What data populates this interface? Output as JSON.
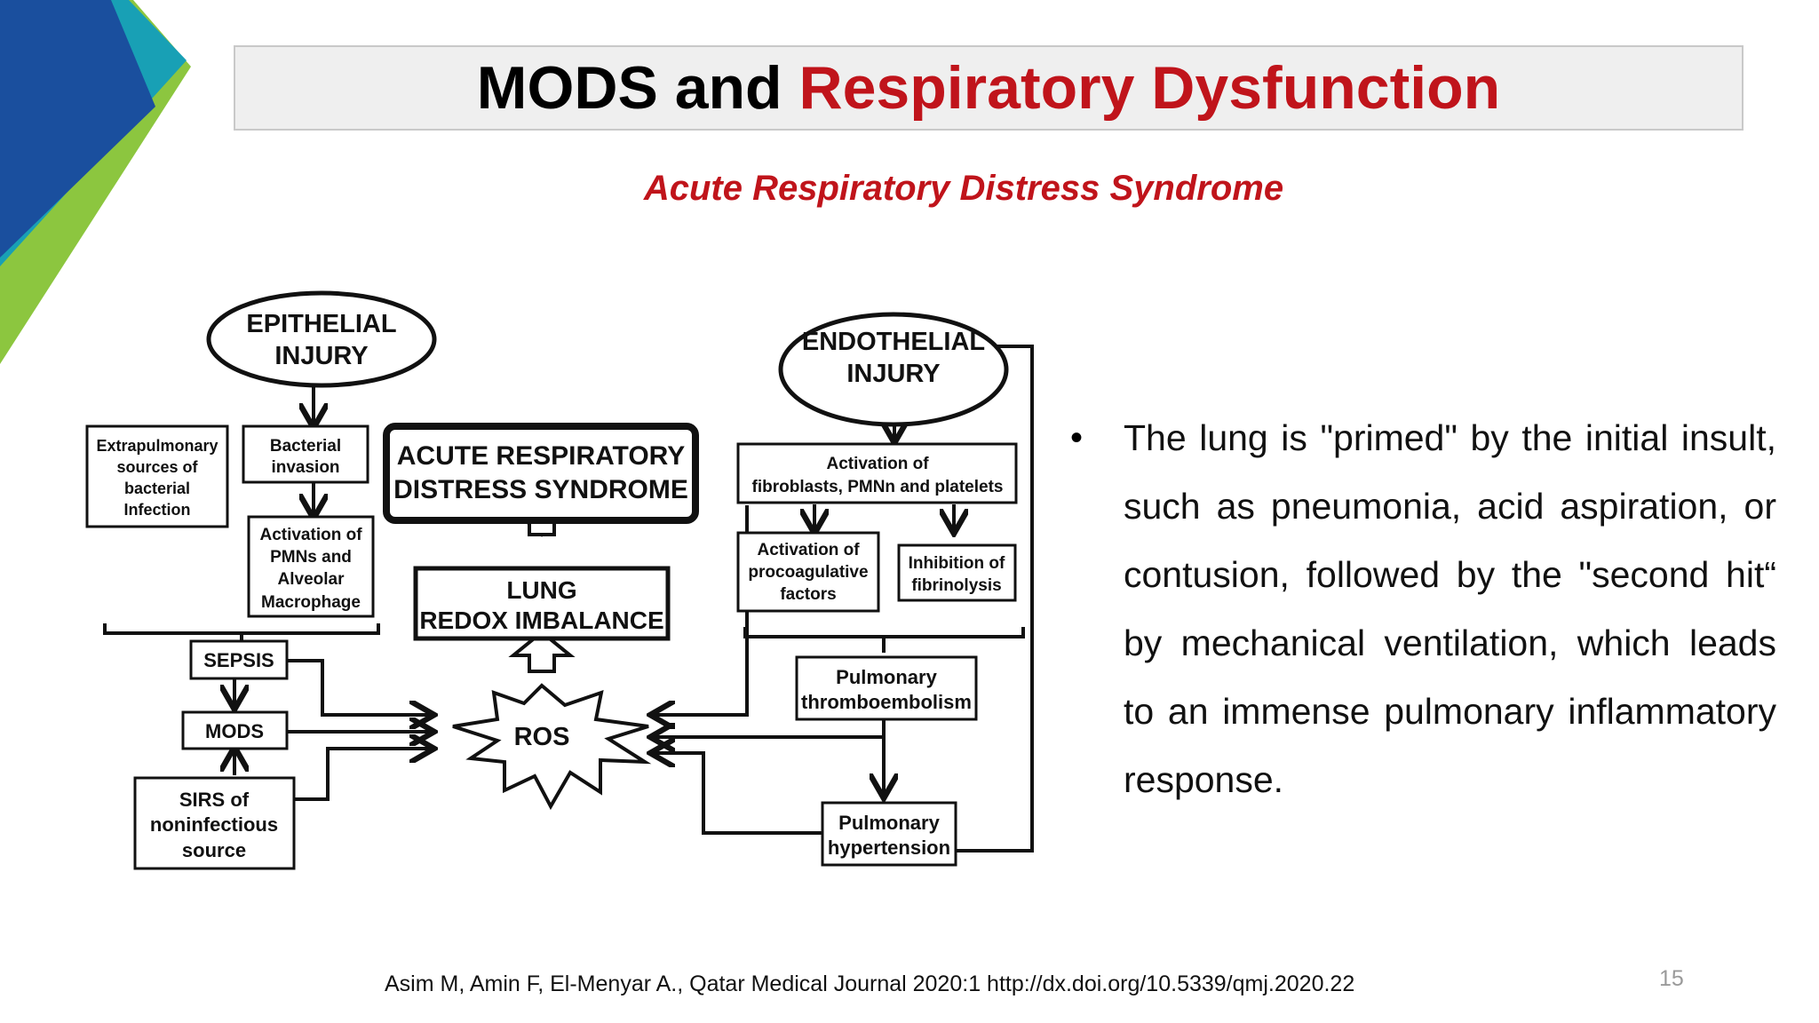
{
  "title": {
    "part1": "MODS and",
    "part2": "Respiratory Dysfunction"
  },
  "subtitle": "Acute Respiratory Distress Syndrome",
  "diagram": {
    "epithelial_injury": [
      "EPITHELIAL",
      "INJURY"
    ],
    "endothelial_injury": [
      "ENDOTHELIAL",
      "INJURY"
    ],
    "extrapulmonary": [
      "Extrapulmonary",
      "sources of",
      "bacterial",
      "Infection"
    ],
    "bacterial_invasion": [
      "Bacterial",
      "invasion"
    ],
    "activation_pmns": [
      "Activation of",
      "PMNs  and",
      "Alveolar",
      "Macrophage"
    ],
    "ards": [
      "ACUTE RESPIRATORY",
      "DISTRESS SYNDROME"
    ],
    "lung_redox": [
      "LUNG",
      "REDOX IMBALANCE"
    ],
    "ros": "ROS",
    "activation_fibroblasts": [
      "Activation of",
      "fibroblasts, PMNn and platelets"
    ],
    "activation_procoag": [
      "Activation of",
      "procoagulative",
      "factors"
    ],
    "inhibition_fibrinolysis": [
      "Inhibition of",
      "fibrinolysis"
    ],
    "sepsis": "SEPSIS",
    "mods": "MODS",
    "sirs": [
      "SIRS of",
      "noninfectious",
      "source"
    ],
    "pulmonary_thromboembolism": [
      "Pulmonary",
      "thromboembolism"
    ],
    "pulmonary_hypertension": [
      "Pulmonary",
      "hypertension"
    ]
  },
  "bullet": "The lung is \"primed\" by the initial insult, such as pneumonia, acid aspiration, or contusion, followed by the \"second hit“ by mechanical ventilation, which leads to an immense pulmonary inflammatory response.",
  "bullet_symbol": "•",
  "citation": "Asim M, Amin F, El-Menyar A., Qatar Medical Journal 2020:1 http://dx.doi.org/10.5339/qmj.2020.22",
  "page_number": "15",
  "colors": {
    "accent_red": "#c0141b",
    "brand_blue": "#1a4f9e",
    "brand_teal": "#1aa3b8",
    "brand_green": "#8cc63f"
  }
}
